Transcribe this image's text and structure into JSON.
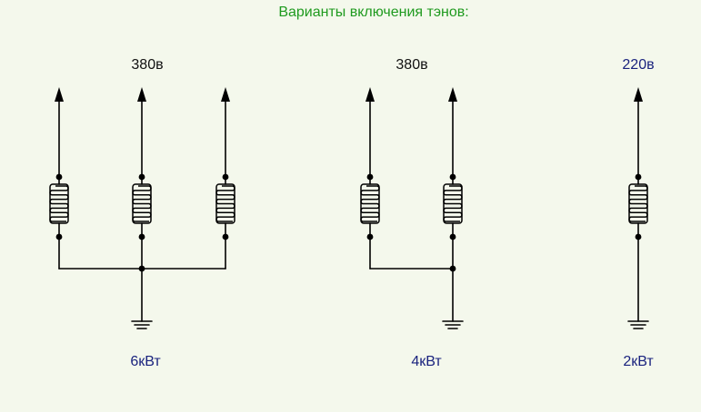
{
  "title": "Варианты включения тэнов:",
  "colors": {
    "background": "#f4f8ec",
    "title": "#1f9a1f",
    "wire": "#000000",
    "label_dark": "#111111",
    "label_blue": "#1a237e"
  },
  "circuits": [
    {
      "id": "three-phase",
      "voltage": "380в",
      "power": "6кВт",
      "heater_count": 3
    },
    {
      "id": "two-phase",
      "voltage": "380в",
      "power": "4кВт",
      "heater_count": 2
    },
    {
      "id": "single-phase",
      "voltage": "220в",
      "power": "2кВт",
      "heater_count": 1
    }
  ]
}
